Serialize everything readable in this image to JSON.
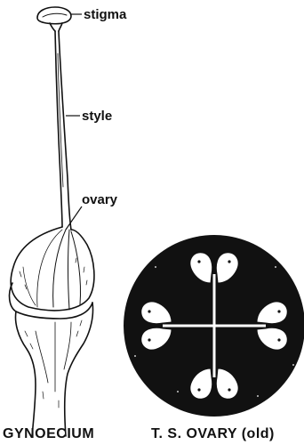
{
  "labels": {
    "stigma": "stigma",
    "style": "style",
    "ovary": "ovary"
  },
  "captions": {
    "left": "GYNOECIUM",
    "right": "T. S. OVARY (old)"
  },
  "colors": {
    "ink": "#111111",
    "paper": "#ffffff"
  }
}
